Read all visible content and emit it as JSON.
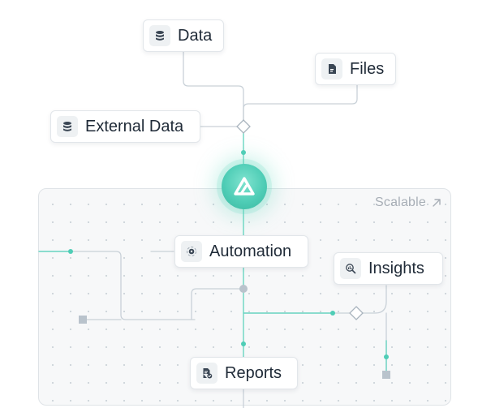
{
  "nodes": {
    "data": {
      "label": "Data",
      "icon": "database-icon"
    },
    "files": {
      "label": "Files",
      "icon": "file-icon"
    },
    "external_data": {
      "label": "External Data",
      "icon": "database-icon"
    },
    "automation": {
      "label": "Automation",
      "icon": "automation-gear-icon"
    },
    "insights": {
      "label": "Insights",
      "icon": "chart-search-icon"
    },
    "reports": {
      "label": "Reports",
      "icon": "report-check-icon"
    }
  },
  "panel": {
    "label": "Scalable",
    "icon": "arrow-up-right-icon"
  },
  "logo": {
    "icon": "brand-logo-icon"
  },
  "colors": {
    "accent": "#4fcdb6",
    "line": "#c4ccd4",
    "node_text": "#1f2a37",
    "panel_label": "#a7aeb6"
  }
}
